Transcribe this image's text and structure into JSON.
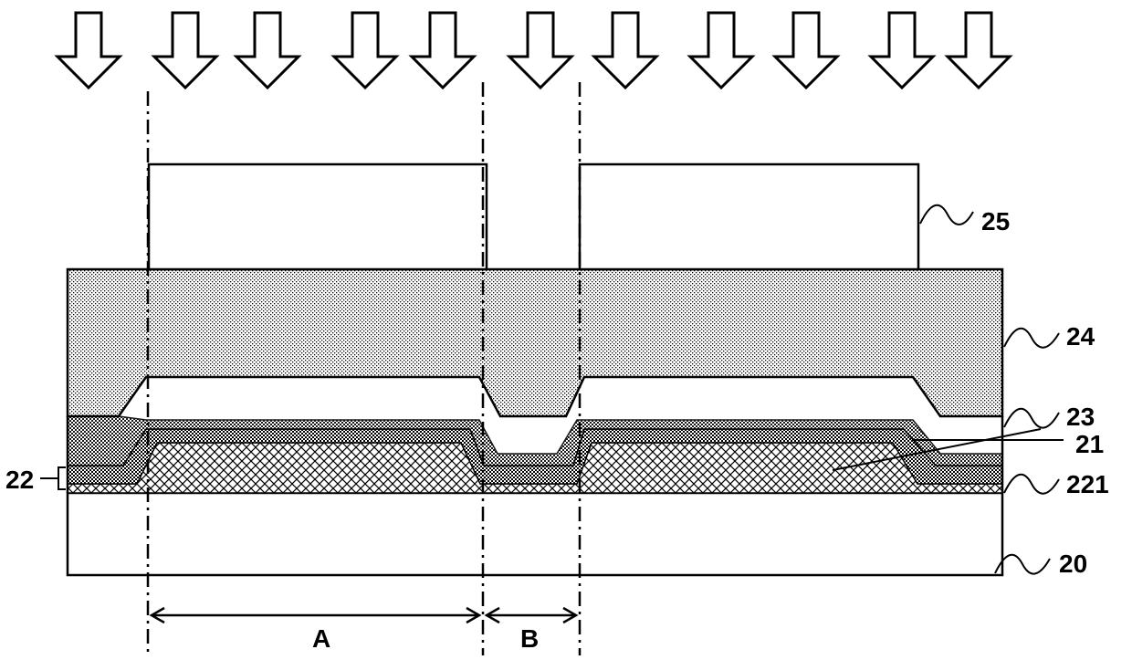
{
  "labels": {
    "mask": "25",
    "photoresist": "24",
    "layer_23": "23",
    "layer_21": "21",
    "layer_221": "221",
    "substrate": "20",
    "layer_22": "22",
    "region_a": "A",
    "region_b": "B"
  },
  "exposure": {
    "arrow_count": 11,
    "icon": "down-arrow-icon"
  },
  "colors": {
    "line": "#000000",
    "background": "#ffffff"
  }
}
